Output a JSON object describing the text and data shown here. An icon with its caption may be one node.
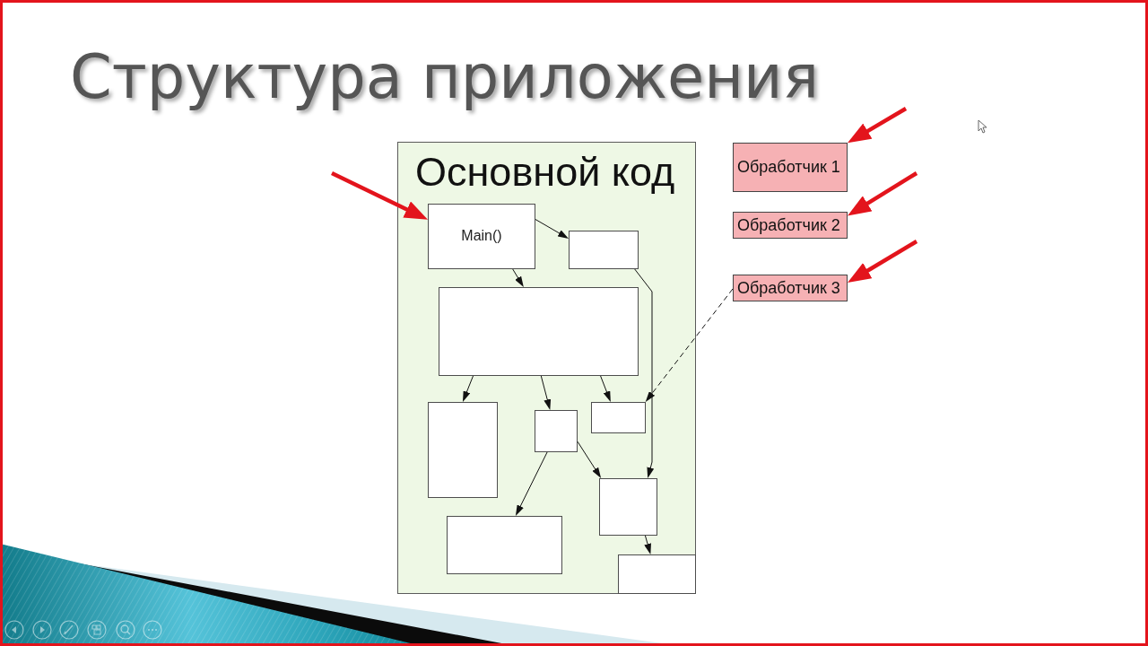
{
  "diagram": {
    "title": "Структура приложения",
    "nodes": [
      {
        "text": [
          "Основной код"
        ]
      },
      {
        "text": [
          "Main()"
        ],
        "in": 0
      },
      {
        "text": [],
        "shape": "box",
        "in": 0
      },
      {
        "text": [],
        "shape": "box",
        "in": 0
      },
      {
        "text": [],
        "shape": "box",
        "in": 0
      },
      {
        "text": [],
        "shape": "box",
        "in": 0
      },
      {
        "text": [],
        "shape": "box",
        "in": 0
      },
      {
        "text": [],
        "shape": "box",
        "in": 0
      },
      {
        "text": [],
        "shape": "box",
        "in": 0
      },
      {
        "text": [],
        "shape": "box",
        "in": 0
      },
      {
        "text": [
          "Обработчик 1"
        ]
      },
      {
        "text": [
          "Обработчик 2"
        ]
      },
      {
        "text": [
          "Обработчик 3"
        ]
      }
    ],
    "edges": [
      {
        "from": null,
        "to": 1,
        "arrow": "to",
        "style": "thick",
        "color": "#e3141c"
      },
      {
        "from": 1,
        "to": 2,
        "arrow": "to"
      },
      {
        "from": 1,
        "to": 3,
        "arrow": "to"
      },
      {
        "from": 2,
        "to": 7,
        "arrow": "to"
      },
      {
        "from": 3,
        "to": 4,
        "arrow": "to"
      },
      {
        "from": 3,
        "to": 5,
        "arrow": "to"
      },
      {
        "from": 3,
        "to": 6,
        "arrow": "to"
      },
      {
        "from": 12,
        "to": 6,
        "arrow": "to",
        "style": "dashed"
      },
      {
        "from": 5,
        "to": 8,
        "arrow": "to"
      },
      {
        "from": 5,
        "to": 7,
        "arrow": "to"
      },
      {
        "from": 7,
        "to": 9,
        "arrow": "to"
      },
      {
        "from": null,
        "to": 10,
        "arrow": "to",
        "style": "thick",
        "color": "#e3141c"
      },
      {
        "from": null,
        "to": 11,
        "arrow": "to",
        "style": "thick",
        "color": "#e3141c"
      },
      {
        "from": null,
        "to": 12,
        "arrow": "to",
        "style": "thick",
        "color": "#e3141c"
      }
    ]
  }
}
